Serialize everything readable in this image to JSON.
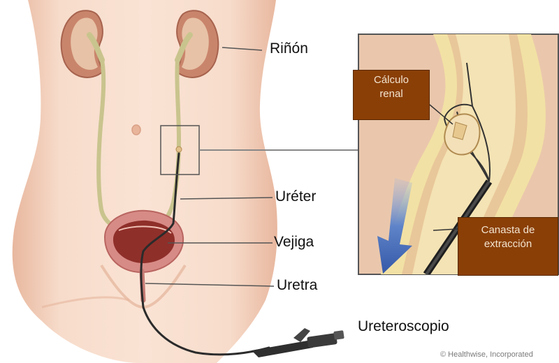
{
  "labels": {
    "kidney": "Riñón",
    "ureter": "Uréter",
    "bladder": "Vejiga",
    "urethra": "Uretra",
    "ureteroscope": "Ureteroscopio",
    "kidney_stone": "Cálculo renal",
    "basket": "Canasta de extracción"
  },
  "credit": "© Healthwise, Incorporated",
  "colors": {
    "skin": "#f6d9c6",
    "skin_shadow": "#e9bca4",
    "kidney": "#c9856c",
    "kidney_inner": "#e7c2a6",
    "urinary_tract": "#c9c48e",
    "bladder_wall": "#d78b86",
    "bladder_inner": "#8f2f2a",
    "label_box": "#8a3f06",
    "label_box_text": "#f2e3cf",
    "inset_bg": "#eac7ac",
    "inset_border": "#555555",
    "arrow_blue": "#3b63b8",
    "leader_line": "#555555",
    "scope": "#2b2b2b"
  }
}
